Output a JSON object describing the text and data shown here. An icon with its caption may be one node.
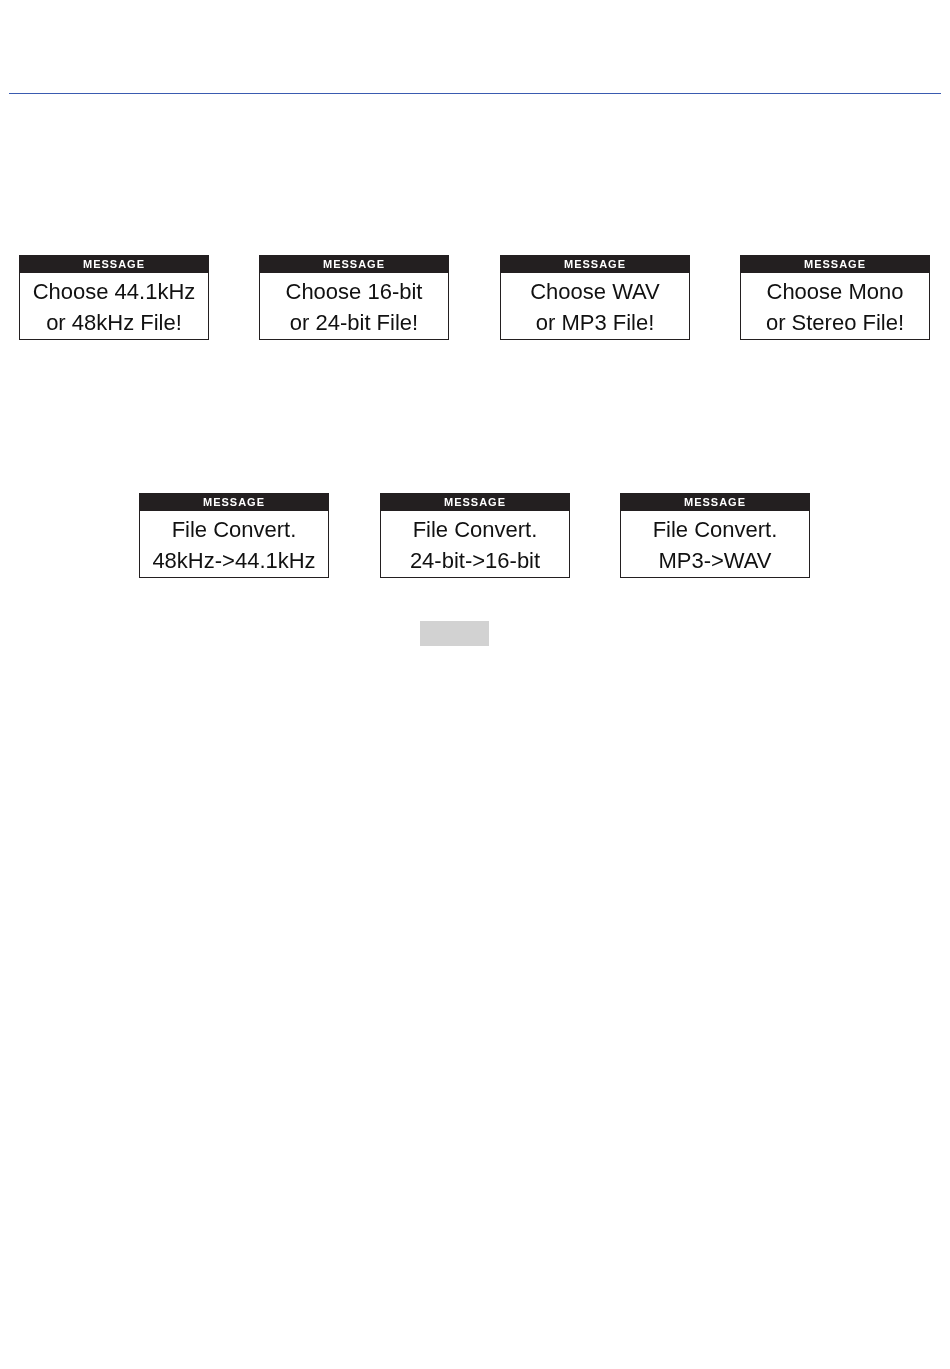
{
  "diagram": {
    "nodes": [
      {
        "text": [
          "MESSAGE",
          "Choose 44.1kHz or 48kHz File!"
        ]
      },
      {
        "text": [
          "MESSAGE",
          "Choose 16-bit or 24-bit File!"
        ]
      },
      {
        "text": [
          "MESSAGE",
          "Choose WAV or MP3 File!"
        ]
      },
      {
        "text": [
          "MESSAGE",
          "Choose Mono or Stereo File!"
        ]
      },
      {
        "text": [
          "MESSAGE",
          "File Convert. 48kHz->44.1kHz"
        ]
      },
      {
        "text": [
          "MESSAGE",
          "File Convert. 24-bit->16-bit"
        ]
      },
      {
        "text": [
          "MESSAGE",
          "File Convert. MP3->WAV"
        ]
      }
    ],
    "edges": []
  }
}
